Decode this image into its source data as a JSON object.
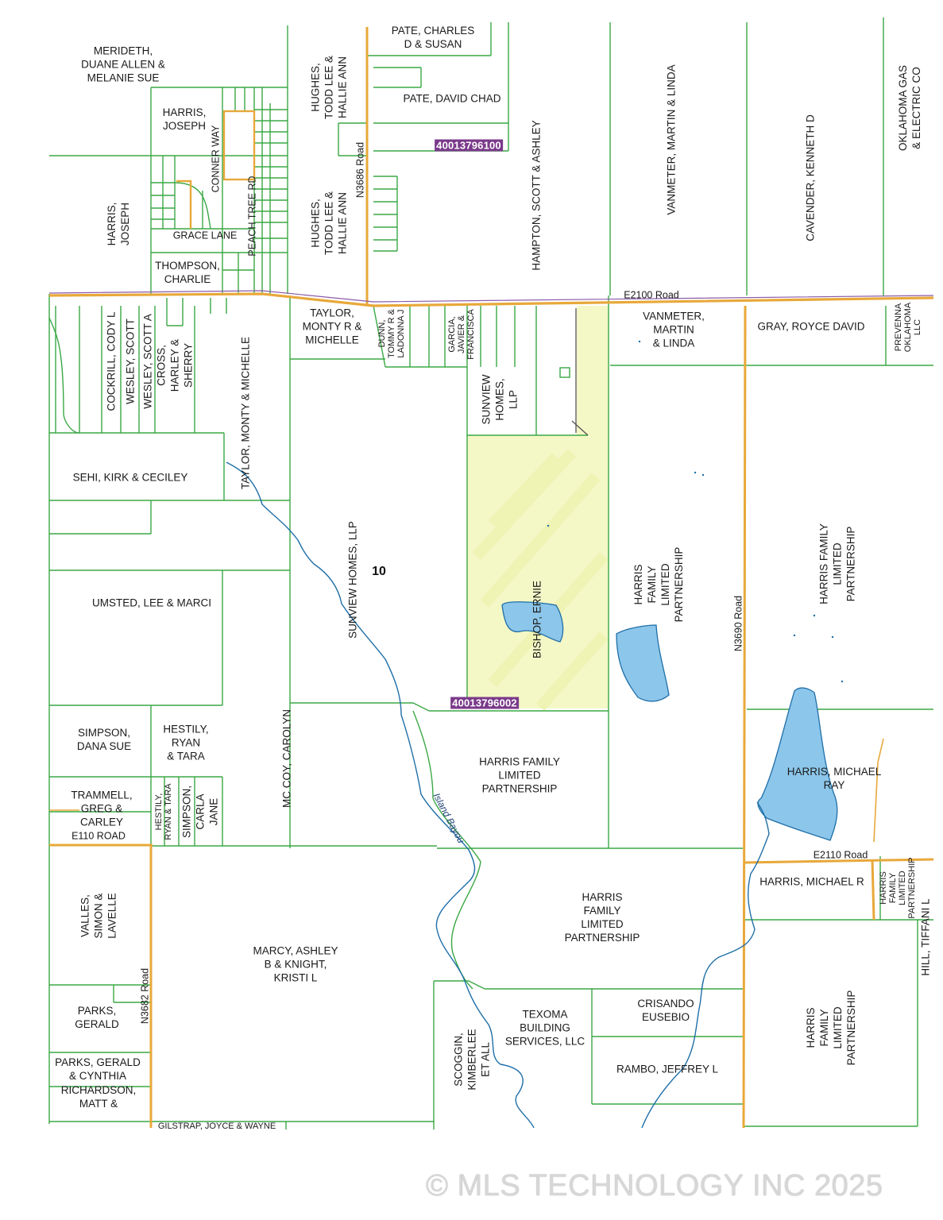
{
  "owners": {
    "meridith": "MERIDETH,\nDUANE ALLEN &\nMELANIE SUE",
    "harris_joseph_top": "HARRIS,\nJOSEPH",
    "harris_joseph_left": "HARRIS,\nJOSEPH",
    "thompson": "THOMPSON,\nCHARLIE",
    "hughes_top": "HUGHES,\nTODD LEE &\nHALLIE ANN",
    "hughes_bottom": "HUGHES,\nTODD LEE &\nHALLIE ANN",
    "pate_charles": "PATE, CHARLES\nD & SUSAN",
    "pate_david": "PATE, DAVID CHAD",
    "hampton": "HAMPTON, SCOTT & ASHLEY",
    "vanmeter_top": "VANMETER, MARTIN & LINDA",
    "cavender": "CAVENDER, KENNETH D",
    "oge": "OKLAHOMA GAS\n& ELECTRIC CO",
    "cockrill": "COCKRILL, CODY L",
    "wesley1": "WESLEY, SCOTT",
    "wesley2": "WESLEY, SCOTT A",
    "cross": "CROSS,\nHARLEY &\nSHERRY",
    "taylor_vertical": "TAYLOR, MONTY & MICHELLE",
    "taylor_monty": "TAYLOR,\nMONTY R &\nMICHELLE",
    "dunn": "DUNN,\nTOMMY R &\nLADONNA J",
    "garcia": "GARCIA,\nJAVIER &\nFRANCISCA",
    "sunview_small": "SUNVIEW\nHOMES,\nLLP",
    "vanmeter_mid": "VANMETER,\nMARTIN\n& LINDA",
    "gray": "GRAY, ROYCE DAVID",
    "prevenna": "PREVENNA\nOKLAHOMA\nLLC",
    "sehi": "SEHI, KIRK & CECILEY",
    "umsted": "UMSTED, LEE & MARCI",
    "sunview_big": "SUNVIEW HOMES, LLP",
    "bishop": "BISHOP, ERNIE",
    "harris_flp_1": "HARRIS\nFAMILY\nLIMITED\nPARTNERSHIP",
    "harris_flp_2": "HARRIS FAMILY\nLIMITED\nPARTNERSHIP",
    "simpson_dana": "SIMPSON,\nDANA SUE",
    "hestily_ryan": "HESTILY,\nRYAN\n& TARA",
    "mccoy": "MC COY, CAROLYN",
    "harris_flp_3": "HARRIS FAMILY\nLIMITED\nPARTNERSHIP",
    "harris_michael_ray": "HARRIS, MICHAEL RAY",
    "trammell": "TRAMMELL,\nGREG &\nCARLEY",
    "hestily_small": "HESTILY,\nRYAN & TARA",
    "simpson_carla": "SIMPSON,\nCARLA\nJANE",
    "valles": "VALLES,\nSIMON &\nLAVELLE",
    "marcy": "MARCY, ASHLEY\nB & KNIGHT,\nKRISTI L",
    "harris_flp_4": "HARRIS\nFAMILY\nLIMITED\nPARTNERSHIP",
    "harris_michael_r": "HARRIS, MICHAEL R",
    "harris_flp_small": "HARRIS FAMILY\nLIMITED\nPARTNERSHIP",
    "hill": "HILL, TIFFANI L",
    "parks": "PARKS,\nGERALD",
    "parks_cynthia": "PARKS, GERALD\n& CYNTHIA",
    "richardson": "RICHARDSON, MATT &",
    "gilstrap": "GILSTRAP, JOYCE & WAYNE",
    "scoggin": "SCOGGIN,\nKIMBERLEE\nET ALL",
    "texoma": "TEXOMA\nBUILDING\nSERVICES, LLC",
    "crisando": "CRISANDO\nEUSEBIO",
    "rambo": "RAMBO, JEFFREY L",
    "harris_flp_5": "HARRIS\nFAMILY\nLIMITED\nPARTNERSHIP"
  },
  "roads": {
    "conner_way": "CONNER WAY",
    "peach_tree": "PEACH TREE RD",
    "grace_lane": "GRACE LANE",
    "n3686": "N3686 Road",
    "e2100": "E2100 Road",
    "n3690": "N3690 Road",
    "e110": "E110 ROAD",
    "e2110": "E2110 Road",
    "n3682": "N3682 Road"
  },
  "parcel_ids": {
    "top": "40013796100",
    "middle": "40013796002"
  },
  "section_number": "10",
  "waterway": "Island Bayou",
  "footer": "© MLS TECHNOLOGY INC 2025",
  "colors": {
    "parcel_line": "#3aa845",
    "road": "#e8a83a",
    "road_purple": "#8a5aa8",
    "water": "#8cc6ea",
    "water_line": "#1f6fa8",
    "highlight": "#f4f7c6",
    "parcel_id_bg": "#7a3a8a"
  }
}
